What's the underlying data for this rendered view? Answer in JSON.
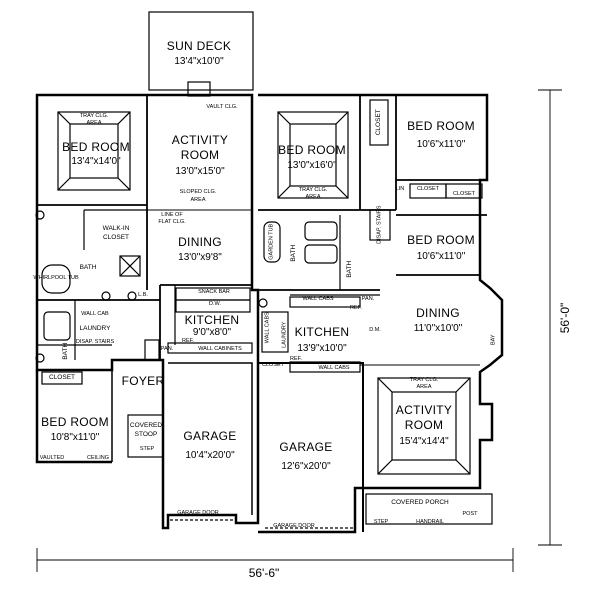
{
  "rooms": {
    "sun_deck": {
      "name": "SUN DECK",
      "dims": "13'4\"x10'0\""
    },
    "activity_left": {
      "name": "ACTIVITY",
      "name2": "ROOM",
      "dims": "13'0\"x15'0\""
    },
    "bed_left_top": {
      "name": "BED ROOM",
      "dims": "13'4\"x14'0\""
    },
    "dining_left": {
      "name": "DINING",
      "dims": "13'0\"x9'8\""
    },
    "kitchen_left": {
      "name": "KITCHEN",
      "dims": "9'0\"x8'0\""
    },
    "foyer": {
      "name": "FOYER"
    },
    "bed_left_bottom": {
      "name": "BED ROOM",
      "dims": "10'8\"x11'0\""
    },
    "garage_left": {
      "name": "GARAGE",
      "dims": "10'4\"x20'0\""
    },
    "garage_right": {
      "name": "GARAGE",
      "dims": "12'6\"x20'0\""
    },
    "bed_right_center": {
      "name": "BED ROOM",
      "dims": "13'0\"x16'0\""
    },
    "bed_right_top": {
      "name": "BED ROOM",
      "dims": "10'6\"x11'0\""
    },
    "bed_right_mid": {
      "name": "BED ROOM",
      "dims": "10'6\"x11'0\""
    },
    "dining_right": {
      "name": "DINING",
      "dims": "11'0\"x10'0\""
    },
    "kitchen_right": {
      "name": "KITCHEN",
      "dims": "13'9\"x10'0\""
    },
    "activity_right": {
      "name": "ACTIVITY",
      "name2": "ROOM",
      "dims": "15'4\"x14'4\""
    }
  },
  "labels": {
    "tray_clg": "TRAY CLG.",
    "area": "AREA",
    "vault_clg": "VAULT CLG.",
    "sloped_clg": "SLOPED CLG.",
    "line_of_flat_clg": "LINE OF",
    "flat_clg": "FLAT CLG.",
    "walk_in_closet": "WALK-IN",
    "closet": "CLOSET",
    "bath": "BATH",
    "whirlpool_tub": "WHIRLPOOL TUB",
    "lb": "L.B.",
    "laundry": "LAUNDRY",
    "wall_cab": "WALL CAB",
    "disap_stairs": "DISAP. STAIRS",
    "snack_bar": "SNACK BAR",
    "dw": "D.W.",
    "ref": "REF.",
    "pan": "PAN.",
    "wall_cabinets": "WALL CABINETS",
    "covered_stoop": "COVERED",
    "stoop": "STOOP",
    "step": "STEP",
    "vaulted": "VAULTED",
    "ceiling": "CEILING",
    "garage_door": "GARAGE DOOR",
    "garden_tub": "GARDEN TUB",
    "lin": "LIN",
    "wall_cabs": "WALL CABS",
    "covered_porch": "COVERED PORCH",
    "post": "POST",
    "handrail": "HANDRAIL",
    "bay": "BAY",
    "dm": "D.M.",
    "wall_cab_short": "WALL CAB"
  },
  "dimensions": {
    "width": "56'-6\"",
    "depth": "56'-0\""
  }
}
